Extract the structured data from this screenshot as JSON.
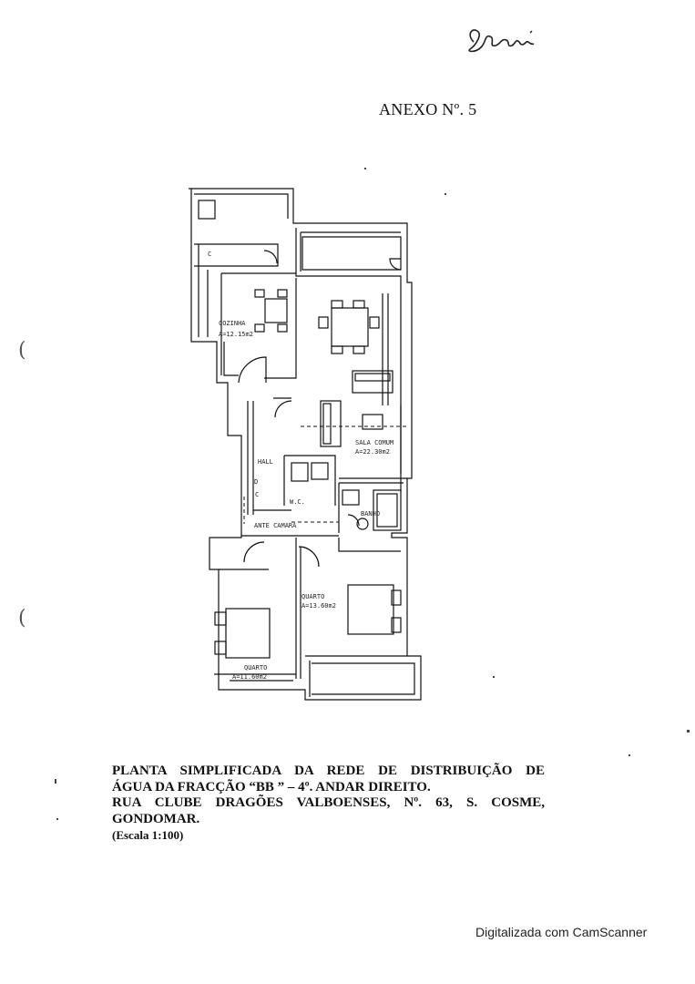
{
  "header": {
    "signature": "Pereira",
    "annex_title": "ANEXO Nº. 5"
  },
  "floor_plan": {
    "rooms": [
      {
        "key": "cozinha",
        "name": "COZINHA",
        "area": "A=12.15m2"
      },
      {
        "key": "sala",
        "name": "SALA COMUM",
        "area": "A=22.30m2"
      },
      {
        "key": "hall",
        "name": "HALL",
        "area": ""
      },
      {
        "key": "ante_camara",
        "name": "ANTE CAMARA",
        "area": ""
      },
      {
        "key": "banho",
        "name": "BANHO",
        "area": ""
      },
      {
        "key": "quarto1",
        "name": "QUARTO",
        "area": "A=13.60m2"
      },
      {
        "key": "quarto2",
        "name": "QUARTO",
        "area": "A=11.60m2"
      }
    ],
    "marks": {
      "c": "C",
      "d": "D",
      "wc": "W.C."
    }
  },
  "caption": {
    "line1": "PLANTA SIMPLIFICADA DA REDE DE DISTRIBUIÇÃO DE",
    "line2": "ÁGUA DA FRACÇÃO “BB ” – 4º. ANDAR DIREITO.",
    "line3": "RUA CLUBE DRAGÕES VALBOENSES, Nº. 63, S. COSME,",
    "line4": "GONDOMAR.",
    "scale": "(Escala 1:100)"
  },
  "footer": {
    "scanner_mark": "Digitalizada com CamScanner"
  }
}
